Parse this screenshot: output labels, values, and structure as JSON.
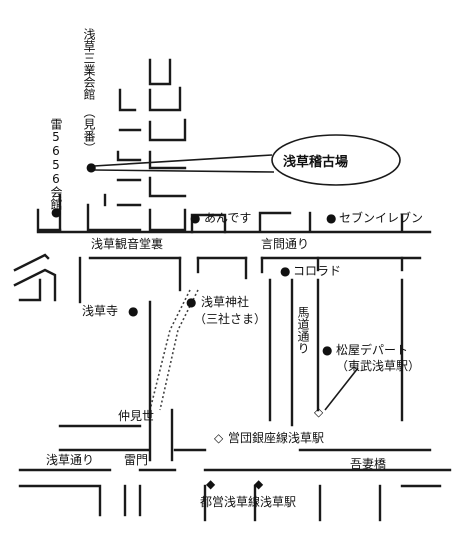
{
  "destination": {
    "name": "浅草稽古場"
  },
  "vertical_labels": {
    "asakusa_sangyo_kaikan": "浅草三業会館",
    "kenban": "（見番）",
    "kaminari_5656_kaikan": "雷5656会館",
    "umamichi_dori": "馬道通り"
  },
  "streets": {
    "kannon_doura": "浅草観音堂裏",
    "kototoi_dori": "言問通り",
    "nakamise": "仲見世",
    "asakusa_dori": "浅草通り",
    "kaminarimon": "雷門",
    "azumabashi": "吾妻橋"
  },
  "landmarks": {
    "anndesu": "あんです",
    "seven_eleven": "セブンイレブン",
    "colorado": "コロラド",
    "sensoji": "浅草寺",
    "asakusa_jinja": "浅草神社",
    "sanja_sama": "（三社さま）",
    "matsuya": "松屋デパート",
    "tobu_asakusa": "（東武浅草駅）",
    "eidan_ginza_station": "営団銀座線浅草駅",
    "toei_asakusa_station": "都営浅草線浅草駅"
  },
  "markers": {
    "dot": "●",
    "diamond_open": "◇",
    "diamond_filled": "◆"
  }
}
